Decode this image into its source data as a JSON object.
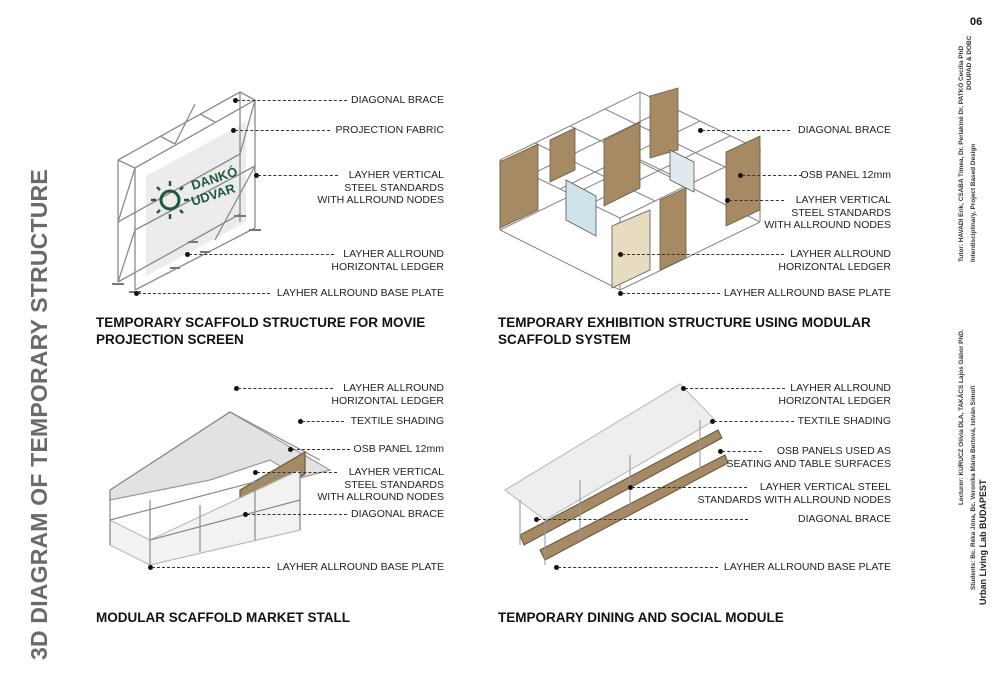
{
  "page_number": "06",
  "side_title": "3D DIAGRAM OF TEMPORARY STRUCTURE",
  "sidebar_credits": {
    "course": "DOUPAD & DOBC",
    "tutor": "Tutor: HAVADI Erik, CSABA Tímea, Dr. Perlakiné Dr. PATKÓ Cecília PhD",
    "subject": "Interdisciplinary, Project Based Design",
    "lecturer": "Lecturer: KURUCZ Olívia DLA, TAKÁCS Lajos Gábor PhD.",
    "students": "Students: Bc. Réka Jóna, Bc. Veronika Mária Bertová, István Simoři",
    "lab": "Urban Living Lab BUDAPEST"
  },
  "diagrams": [
    {
      "caption": [
        "TEMPORARY SCAFFOLD STRUCTURE FOR MOVIE",
        "PROJECTION SCREEN"
      ],
      "logo_text": [
        "DANKÓ",
        "UDVAR"
      ],
      "labels": [
        "DIAGONAL BRACE",
        "PROJECTION FABRIC",
        "LAYHER VERTICAL\nSTEEL STANDARDS\nWITH ALLROUND NODES",
        "LAYHER ALLROUND\nHORIZONTAL LEDGER",
        "LAYHER ALLROUND BASE PLATE"
      ]
    },
    {
      "caption": [
        "TEMPORARY EXHIBITION STRUCTURE USING MODULAR",
        "SCAFFOLD SYSTEM"
      ],
      "labels": [
        "DIAGONAL BRACE",
        "OSB PANEL 12mm",
        "LAYHER VERTICAL\nSTEEL STANDARDS\nWITH ALLROUND NODES",
        "LAYHER ALLROUND\nHORIZONTAL LEDGER",
        "LAYHER ALLROUND BASE PLATE"
      ]
    },
    {
      "caption": [
        "MODULAR SCAFFOLD MARKET STALL"
      ],
      "labels": [
        "LAYHER ALLROUND\nHORIZONTAL LEDGER",
        "TEXTILE SHADING",
        "OSB PANEL 12mm",
        "LAYHER VERTICAL\nSTEEL STANDARDS\nWITH ALLROUND NODES",
        "DIAGONAL BRACE",
        "LAYHER ALLROUND BASE PLATE"
      ]
    },
    {
      "caption": [
        "TEMPORARY DINING AND SOCIAL MODULE"
      ],
      "labels": [
        "LAYHER ALLROUND\nHORIZONTAL LEDGER",
        "TEXTILE SHADING",
        "OSB PANELS USED AS\nSEATING AND TABLE SURFACES",
        "LAYHER VERTICAL STEEL\nSTANDARDS WITH ALLROUND NODES",
        "DIAGONAL BRACE",
        "LAYHER ALLROUND BASE PLATE"
      ]
    }
  ],
  "colors": {
    "logo_green": "#1e5a3a",
    "osb": "#a58a64",
    "steel": "#8a8a8a",
    "title_gray": "#6a6a6a"
  }
}
